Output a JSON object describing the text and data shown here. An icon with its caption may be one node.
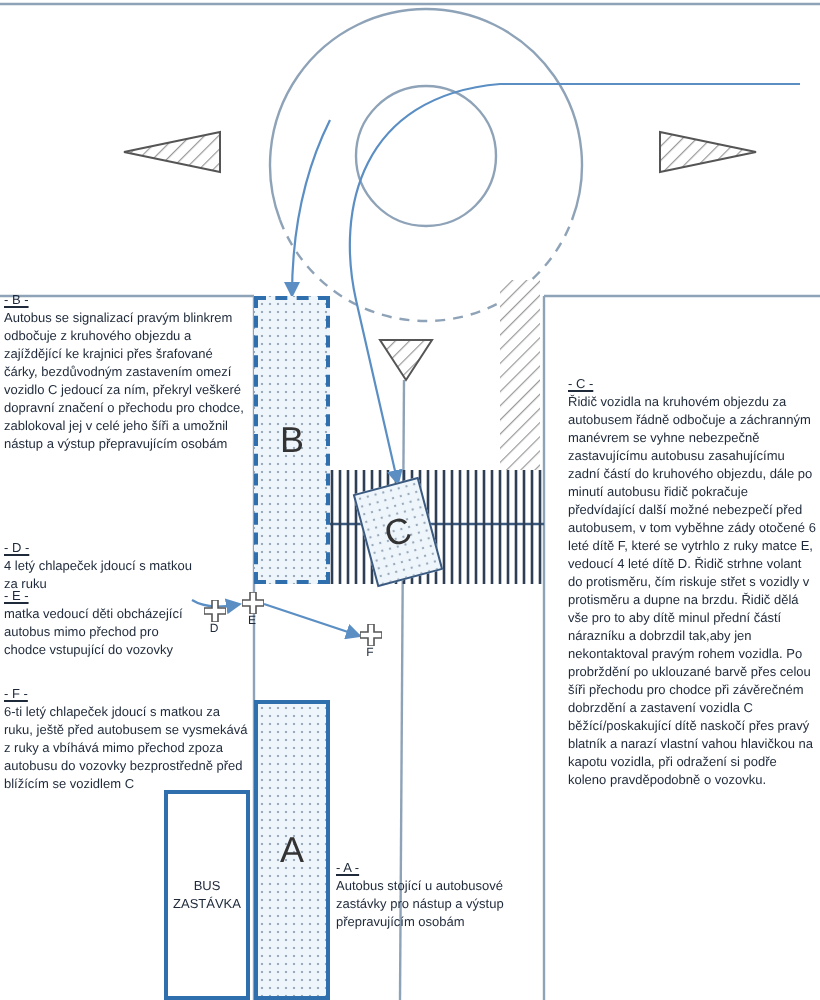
{
  "diagram": {
    "nodes": [
      {
        "text": [
          "- B -",
          "Autobus se signalizací pravým blinkrem odbočuje z kruhového objezdu a zajíždějící ke krajnici přes šrafované čárky, bezdůvodným zastavením omezí vozidlo C jedoucí za ním, překryl veškeré dopravní značení o přechodu pro chodce, zablokoval jej v celé jeho šíři a umožnil nástup a výstup přepravujícím osobám"
        ]
      },
      {
        "text": [
          "- D -",
          "4 letý chlapeček jdoucí s matkou za ruku"
        ]
      },
      {
        "text": [
          "- E -",
          "matka vedoucí děti obcházející autobus mimo přechod pro chodce vstupující do vozovky"
        ]
      },
      {
        "text": [
          "- F -",
          "6-ti letý chlapeček jdoucí s matkou za ruku, ještě před autobusem se vysmekává z ruky a vbíhává mimo přechod zpoza autobusu do vozovky bezprostředně před blížícím se vozidlem C"
        ]
      },
      {
        "text": [
          "- C -",
          "Řidič vozidla na kruhovém objezdu za autobusem řádně odbočuje a záchranným manévrem se vyhne nebezpečně zastavujícímu autobusu zasahujícímu zadní částí do kruhového objezdu, dále po minutí autobusu řidič pokračuje předvídající další možné nebezpečí před autobusem, v tom vyběhne zády otočené 6 leté dítě F, které se vytrhlo z ruky matce E, vedoucí 4 leté dítě D. Řidič strhne volant do protisměru, čím riskuje střet s vozidly v protisměru a dupne na brzdu. Řidič dělá vše pro to aby dítě minul přední částí nárazníku a dobrzdil tak,aby jen nekontaktoval pravým rohem vozidla. Po probrždění po uklouzané barvě přes celou šíři přechodu pro chodce při závěrečném dobrzdění a zastavení vozidla C běžící/poskakující dítě naskočí přes pravý blatník a narazí vlastní vahou hlavičkou na kapotu vozidla, při odražení si podře koleno pravděpodobně o vozovku."
        ]
      },
      {
        "text": [
          "- A -",
          "Autobus stojící u autobusové zastávky pro nástup a výstup přepravujícím osobám"
        ]
      },
      {
        "text": [
          "B"
        ]
      },
      {
        "text": [
          "C"
        ]
      },
      {
        "text": [
          "A"
        ]
      },
      {
        "text": [
          "BUS ZASTÁVKA"
        ]
      },
      {
        "text": [
          "D"
        ]
      },
      {
        "text": [
          "E"
        ]
      },
      {
        "text": [
          "F"
        ]
      }
    ],
    "edges": [
      {
        "from": null,
        "to": 6,
        "arrow": "to"
      },
      {
        "from": null,
        "to": 7,
        "arrow": "to"
      },
      {
        "from": 2,
        "to": 11,
        "arrow": "to"
      },
      {
        "from": 11,
        "to": 12,
        "arrow": "to"
      }
    ]
  }
}
